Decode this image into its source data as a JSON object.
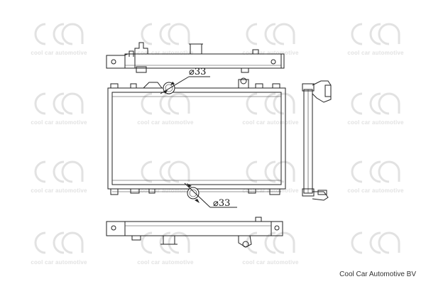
{
  "watermark": {
    "logo_text": "cca",
    "tagline": "cool car automotive",
    "color": "#e2e2e2"
  },
  "dimensions": {
    "inlet_diameter": "⌀33",
    "outlet_diameter": "⌀33"
  },
  "brand": {
    "company": "Cool Car Automotive BV"
  }
}
